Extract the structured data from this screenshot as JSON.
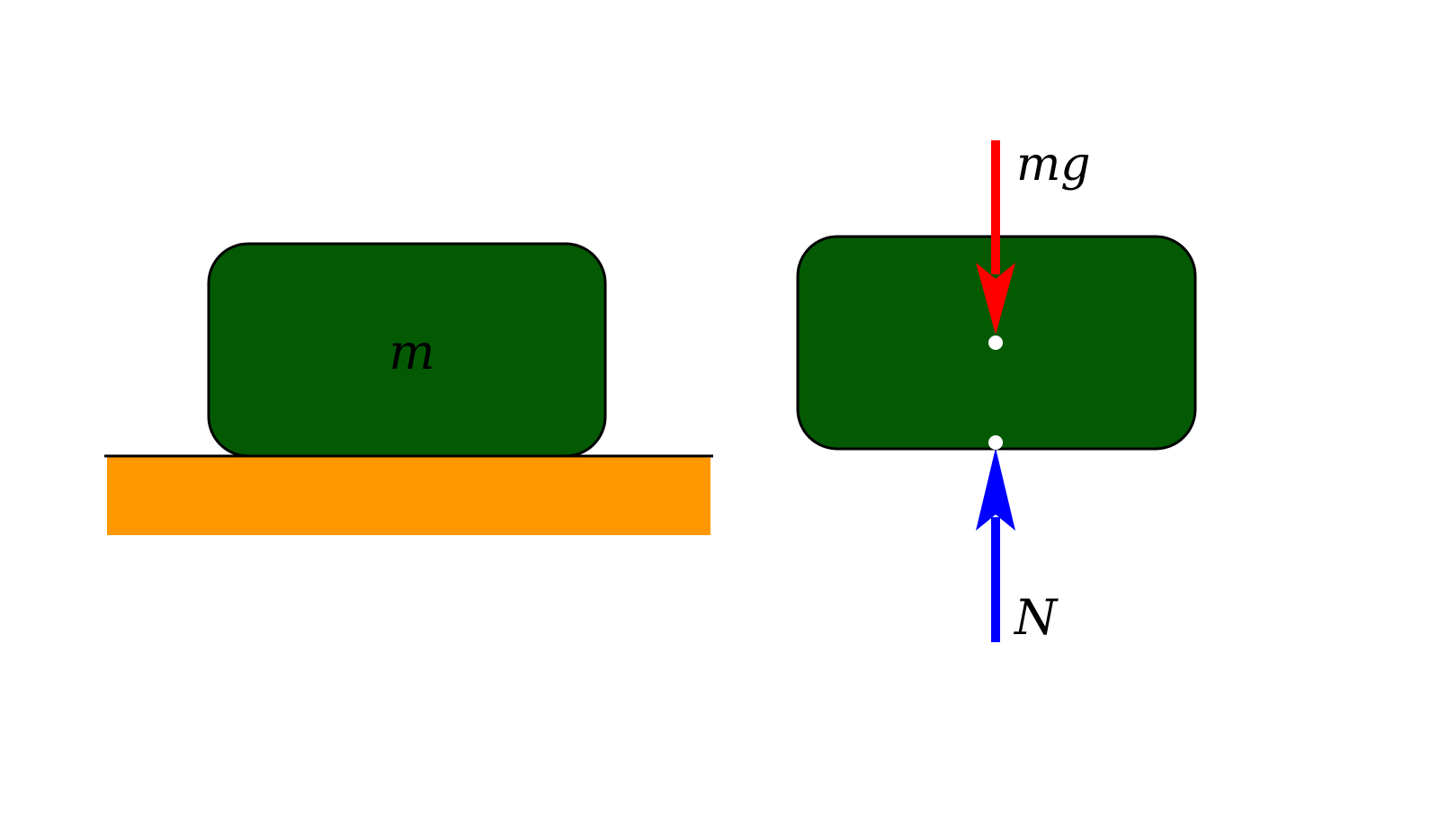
{
  "colors": {
    "block_fill": "#035a03",
    "block_stroke": "#000000",
    "ground_fill": "#ff9800",
    "ground_line": "#000000",
    "gravity_arrow": "#ff0000",
    "normal_arrow": "#0000ff",
    "point_fill": "#ffffff"
  },
  "left_panel": {
    "mass_label": "m"
  },
  "right_panel": {
    "gravity_label": "mg",
    "normal_label": "N"
  }
}
